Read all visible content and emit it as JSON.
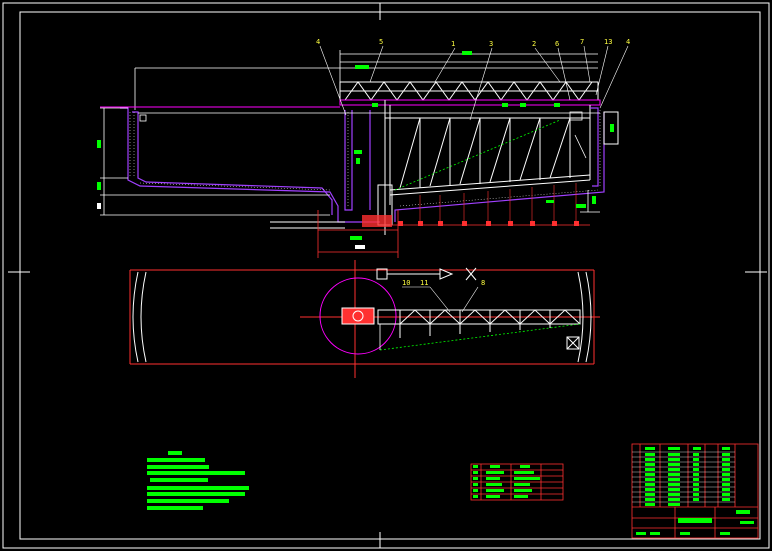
{
  "drawing": {
    "background": "#000000",
    "colors": {
      "frame": "#ffffff",
      "section": "#ffffff",
      "dimension": "#ff3030",
      "hatch": "#a040ff",
      "note": "#00ff00",
      "centerline": "#ff3030",
      "circle": "#ff00ff",
      "leader": "#ffffff",
      "label": "#ffff40"
    },
    "item_labels": {
      "top": [
        "4",
        "5",
        "1",
        "3",
        "2",
        "6",
        "7",
        "13",
        "4"
      ],
      "plan": [
        "10",
        "11",
        "8"
      ]
    },
    "notes_count": 7,
    "parts_table": {
      "rows": 6,
      "cols": 4
    },
    "title_block": {
      "rows": 14
    }
  }
}
